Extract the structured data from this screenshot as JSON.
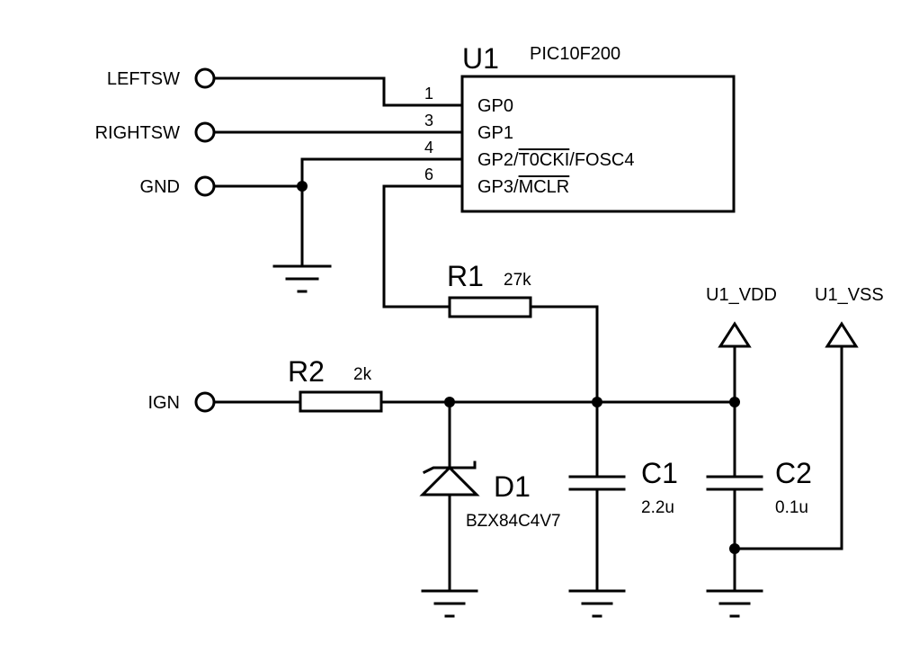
{
  "ports": {
    "leftsw": "LEFTSW",
    "rightsw": "RIGHTSW",
    "gnd": "GND",
    "ign": "IGN"
  },
  "u1": {
    "ref": "U1",
    "part": "PIC10F200",
    "pins": [
      {
        "number": "1",
        "name": "GP0"
      },
      {
        "number": "3",
        "name": "GP1"
      },
      {
        "number": "4",
        "name_prefix": "GP2/",
        "name_overline": "T0CKI",
        "name_suffix": "/FOSC4"
      },
      {
        "number": "6",
        "name_prefix": "GP3/",
        "name_overline": "MCLR",
        "name_suffix": ""
      }
    ]
  },
  "r1": {
    "ref": "R1",
    "value": "27k"
  },
  "r2": {
    "ref": "R2",
    "value": "2k"
  },
  "d1": {
    "ref": "D1",
    "value": "BZX84C4V7"
  },
  "c1": {
    "ref": "C1",
    "value": "2.2u"
  },
  "c2": {
    "ref": "C2",
    "value": "0.1u"
  },
  "power": {
    "vdd": "U1_VDD",
    "vss": "U1_VSS"
  }
}
